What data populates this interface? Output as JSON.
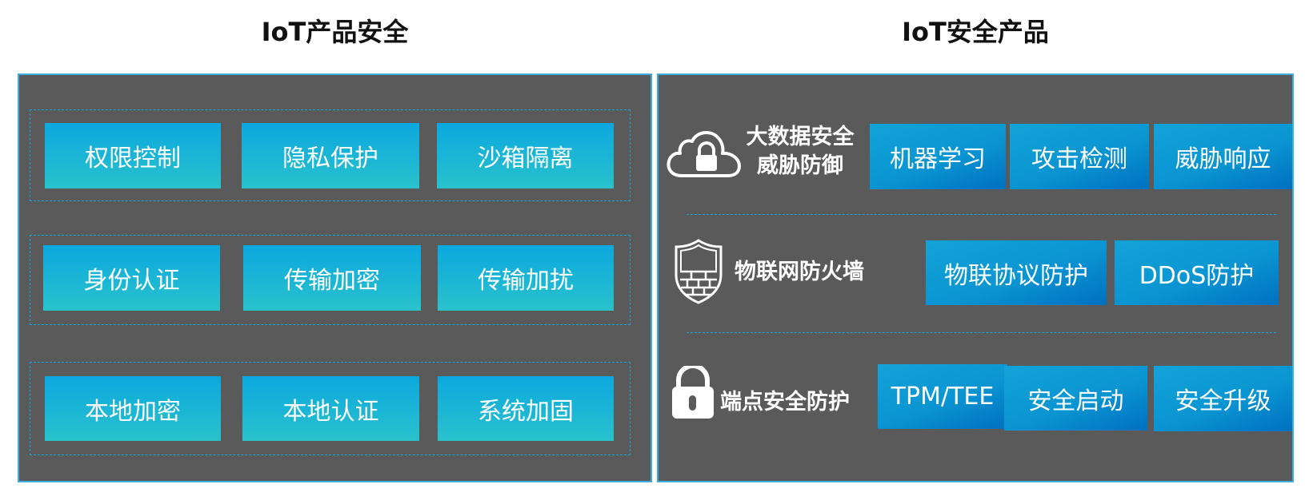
{
  "left": {
    "title": "IoT产品安全",
    "rows": [
      {
        "items": [
          "权限控制",
          "隐私保护",
          "沙箱隔离"
        ]
      },
      {
        "items": [
          "身份认证",
          "传输加密",
          "传输加扰"
        ]
      },
      {
        "items": [
          "本地加密",
          "本地认证",
          "系统加固"
        ]
      }
    ]
  },
  "right": {
    "title": "IoT安全产品",
    "categories": [
      {
        "icon": "cloud-lock-icon",
        "label_line1": "大数据安全",
        "label_line2": "威胁防御",
        "items": [
          "机器学习",
          "攻击检测",
          "威胁响应"
        ]
      },
      {
        "icon": "shield-wall-icon",
        "label_line1": "物联网防火墙",
        "items": [
          "物联协议防护",
          "DDoS防护"
        ]
      },
      {
        "icon": "padlock-icon",
        "label_line1": "端点安全防护",
        "items": [
          "TPM/TEE",
          "安全启动",
          "安全升级"
        ]
      }
    ]
  },
  "colors": {
    "panel_bg": "#5a5a5a",
    "panel_border": "#3aaee0",
    "dash": "#1aa7e0",
    "left_btn_top": "#0ba8df",
    "left_btn_bottom": "#29c2cc",
    "right_btn_light": "#13a3d8",
    "right_btn_dark": "#0070c0"
  }
}
